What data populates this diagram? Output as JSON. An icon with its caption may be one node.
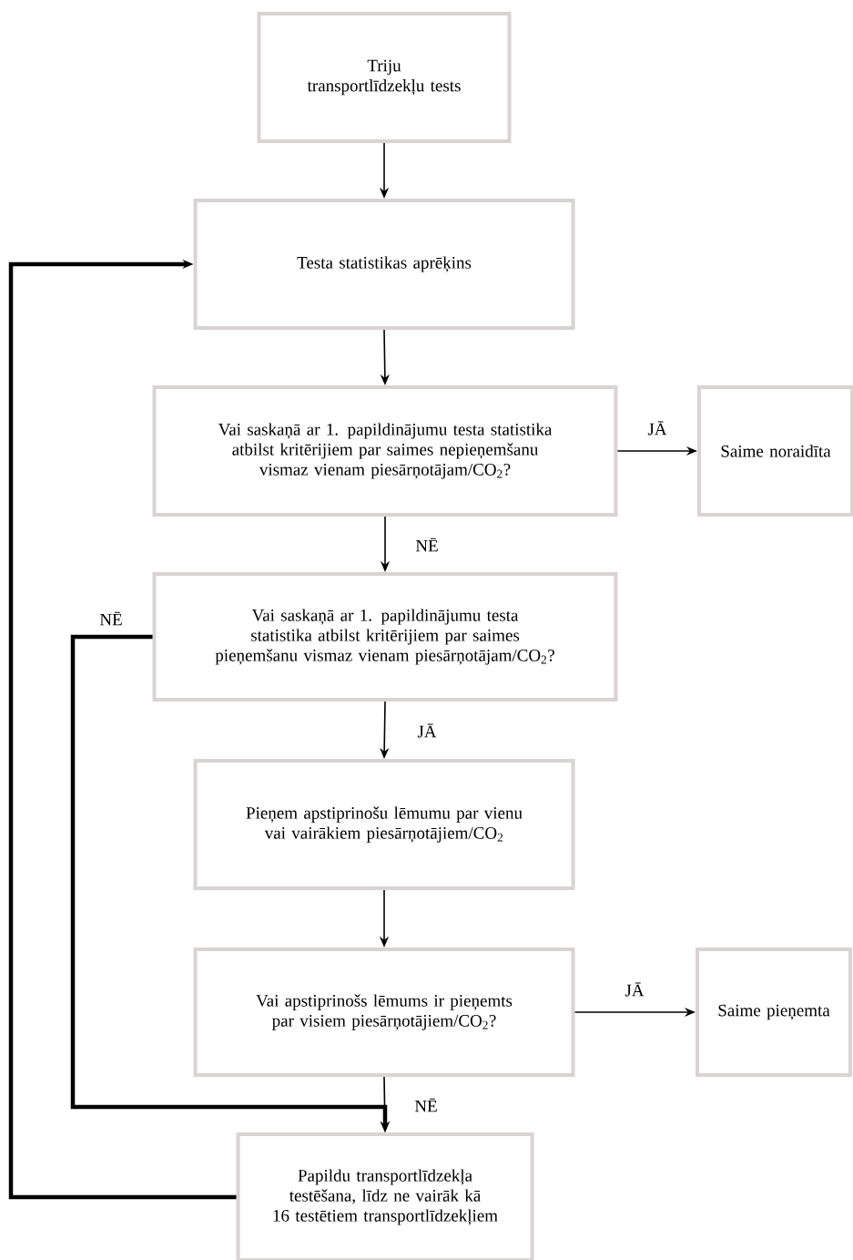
{
  "diagram": {
    "nodes": [
      {
        "text": [
          "Triju transportlīdzekļu tests"
        ]
      },
      {
        "text": [
          "Testa statistikas aprēķins"
        ]
      },
      {
        "text": [
          "Vai saskaņā ar 1. papildinājumu testa statistika atbilst kritērijiem par saimes nepieņemšanu vismaz vienam piesārņotājam/CO$_{2}$?"
        ]
      },
      {
        "text": [
          "Saime noraidīta"
        ]
      },
      {
        "text": [
          "Vai saskaņā ar 1. papildinājumu testa statistika atbilst kritērijiem par saimes pieņemšanu vismaz vienam piesārņotājam/CO$_{2}$?"
        ]
      },
      {
        "text": [
          "Pieņem apstiprinošu lēmumu par vienu vai vairākiem piesārņotājiem/CO$_{2}$"
        ]
      },
      {
        "text": [
          "Vai apstiprinošs lēmums ir pieņemts par visiem piesārņotājiem/CO$_{2}$?"
        ]
      },
      {
        "text": [
          "Saime pieņemta"
        ]
      },
      {
        "text": [
          "Papildu transportlīdzekļa testēšana, līdz ne vairāk kā 16 testētiem transportlīdzekļiem"
        ]
      }
    ],
    "edges": [
      {
        "from": 0,
        "to": 1,
        "arrow": "to"
      },
      {
        "from": 1,
        "to": 2,
        "arrow": "to"
      },
      {
        "from": 2,
        "to": 3,
        "arrow": "to",
        "label": "JĀ"
      },
      {
        "from": 2,
        "to": 4,
        "arrow": "to",
        "label": "NĒ"
      },
      {
        "from": 4,
        "to": 5,
        "arrow": "to",
        "label": "JĀ"
      },
      {
        "from": 4,
        "to": 8,
        "arrow": "to",
        "label": "NĒ",
        "style": "thick"
      },
      {
        "from": 5,
        "to": 6,
        "arrow": "to"
      },
      {
        "from": 6,
        "to": 7,
        "arrow": "to",
        "label": "JĀ"
      },
      {
        "from": 6,
        "to": 8,
        "arrow": "to",
        "label": "NĒ"
      },
      {
        "from": 8,
        "to": 1,
        "arrow": "to",
        "style": "thick"
      }
    ]
  }
}
